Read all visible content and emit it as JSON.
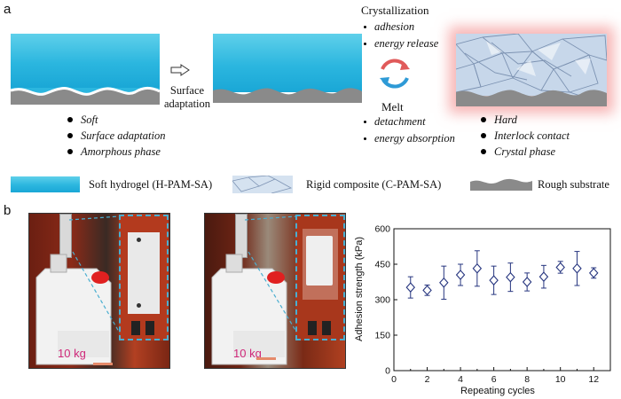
{
  "panel_a": {
    "letter": "a",
    "arrow_label": "Surface adaptation",
    "crystallization": {
      "title": "Crystallization",
      "items": [
        "adhesion",
        "energy release"
      ]
    },
    "melt": {
      "title": "Melt",
      "items": [
        "detachment",
        "energy absorption"
      ]
    },
    "left_props": [
      "Soft",
      "Surface adaptation",
      "Amorphous phase"
    ],
    "right_props": [
      "Hard",
      "Interlock contact",
      "Crystal phase"
    ],
    "legend": [
      {
        "label": "Soft hydrogel (H-PAM-SA)",
        "swatch": "hydrogel"
      },
      {
        "label": "Rigid composite (C-PAM-SA)",
        "swatch": "composite"
      },
      {
        "label": "Rough substrate",
        "swatch": "substrate"
      }
    ],
    "colors": {
      "hydrogel": "#2bb6df",
      "substrate": "#8a8a8a",
      "glow": "#f08a8a",
      "cycle_red": "#e05a5a",
      "cycle_blue": "#2e9ad6"
    }
  },
  "panel_b": {
    "letter": "b",
    "photo1_weight": "10 kg",
    "photo2_weight": "10 kg",
    "colors": {
      "cap": "#e02020",
      "weight_text": "#d0287a",
      "frame": "#b33a1e",
      "dash": "#4aaed0"
    }
  },
  "chart_data": {
    "type": "scatter",
    "xlabel": "Repeating cycles",
    "ylabel": "Adhesion strength (kPa)",
    "xlim": [
      0,
      13
    ],
    "ylim": [
      0,
      600
    ],
    "xticks": [
      0,
      2,
      4,
      6,
      8,
      10,
      12
    ],
    "yticks": [
      0,
      150,
      300,
      450,
      600
    ],
    "x": [
      1,
      2,
      3,
      4,
      5,
      6,
      7,
      8,
      9,
      10,
      11,
      12
    ],
    "y": [
      352,
      340,
      372,
      405,
      432,
      382,
      395,
      375,
      397,
      437,
      432,
      413
    ],
    "err": [
      45,
      22,
      70,
      45,
      75,
      60,
      60,
      38,
      48,
      25,
      72,
      22
    ],
    "marker": "diamond",
    "color": "#26357f"
  }
}
